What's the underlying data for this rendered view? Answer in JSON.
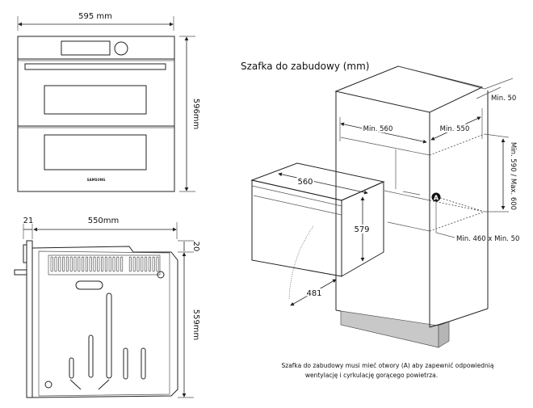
{
  "front_view": {
    "width_label": "595 mm",
    "height_label": "596mm",
    "brand": "SAMSUNG"
  },
  "side_view": {
    "front_thickness_label": "21",
    "depth_label": "550mm",
    "top_offset_label": "20",
    "body_height_label": "559mm"
  },
  "installation": {
    "title": "Szafka do zabudowy (mm)",
    "oven_width": "560",
    "oven_height": "579",
    "door_swing": "481",
    "niche_width": "Min. 560",
    "niche_depth": "Min. 550",
    "rear_gap": "Min. 50",
    "niche_height": "Min. 590 / Max. 600",
    "vent_opening": "Min. 460 x Min. 50",
    "vent_marker": "A",
    "note_line1": "Szafka do zabudowy musi mieć otwory (A) aby zapewnić odpowiednią",
    "note_line2": "wentylację i cyrkulację gorącego powietrza."
  },
  "colors": {
    "line": "#222222",
    "plinth": "#c8c8c8"
  }
}
